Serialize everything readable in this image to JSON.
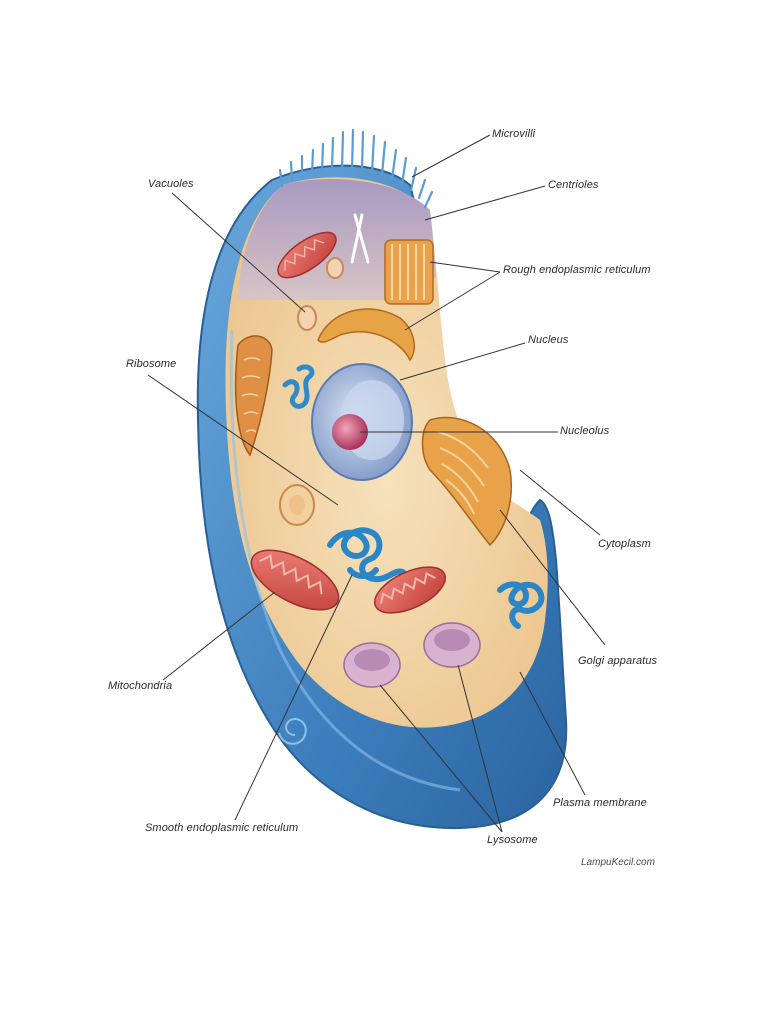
{
  "labels": {
    "microvilli": "Microvilli",
    "centrioles": "Centrioles",
    "vacuoles": "Vacuoles",
    "rough_er": "Rough endoplasmic reticulum",
    "nucleus": "Nucleus",
    "ribosome": "Ribosome",
    "nucleolus": "Nucleolus",
    "cytoplasm": "Cytoplasm",
    "golgi": "Golgi apparatus",
    "mitochondria": "Mitochondria",
    "plasma_membrane": "Plasma membrane",
    "smooth_er": "Smooth endoplasmic reticulum",
    "lysosome": "Lysosome"
  },
  "watermark": "LampuKecil.com",
  "colors": {
    "membrane": "#4f8fc6",
    "membrane_dark": "#2f6ea8",
    "cytoplasm": "#f1d6a6",
    "interior_top": "#b9a9c9",
    "nucleus": "#9fb6dc",
    "nucleolus": "#c4497a",
    "mitochondria": "#d8544f",
    "golgi": "#e0953e",
    "smooth_er": "#2f8ac9",
    "lysosome": "#c9a3c6",
    "leader": "#333333"
  }
}
